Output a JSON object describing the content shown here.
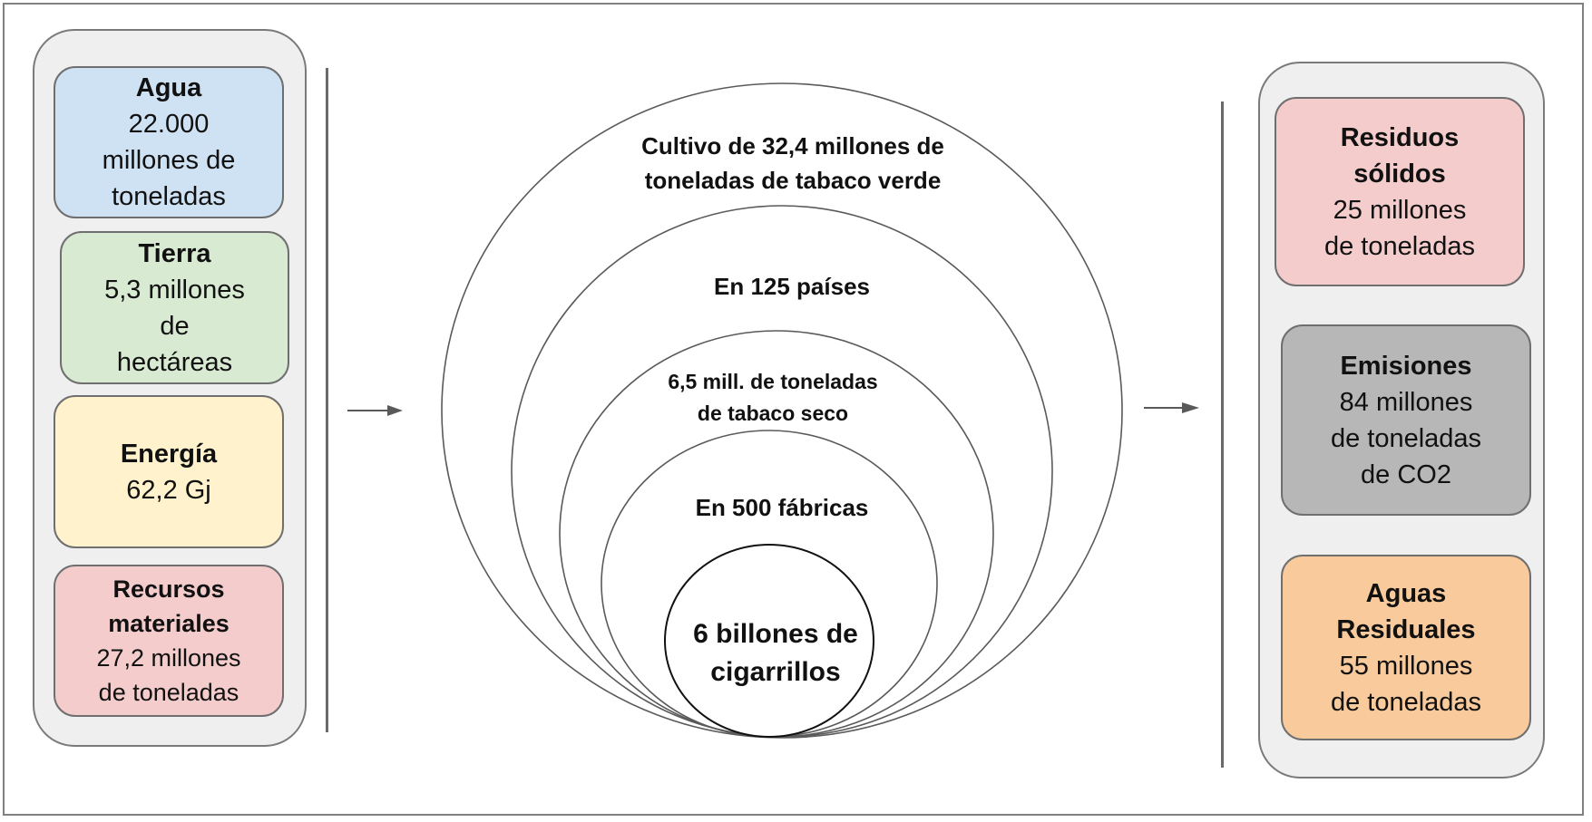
{
  "colors": {
    "panel_bg": "#efefef",
    "agua": "#cfe2f3",
    "tierra": "#d9ead3",
    "energia": "#fff2cc",
    "recursos": "#f4cccc",
    "residuos": "#f4cccc",
    "emisiones": "#b7b7b7",
    "aguas_residuales": "#f9cb9c"
  },
  "inputs": [
    {
      "title": "Agua",
      "value": [
        "22.000",
        "millones de",
        "toneladas"
      ]
    },
    {
      "title": "Tierra",
      "value": [
        "5,3 millones",
        "de",
        "hectáreas"
      ]
    },
    {
      "title": "Energía",
      "value": [
        "62,2 Gj"
      ]
    },
    {
      "title": "Recursos materiales",
      "title_lines": [
        "Recursos",
        "materiales"
      ],
      "value": [
        "27,2 millones",
        "de toneladas"
      ]
    }
  ],
  "center": {
    "level1": [
      "Cultivo de 32,4 millones de",
      "toneladas de tabaco verde"
    ],
    "level2": [
      "En 125 países"
    ],
    "level3": [
      "6,5 mill. de toneladas",
      "de tabaco seco"
    ],
    "level4": [
      "En 500 fábricas"
    ],
    "level5": [
      "6 billones de",
      "cigarrillos"
    ]
  },
  "outputs": [
    {
      "title_lines": [
        "Residuos",
        "sólidos"
      ],
      "value": [
        "25 millones",
        "de toneladas"
      ]
    },
    {
      "title_lines": [
        "Emisiones"
      ],
      "value": [
        "84 millones",
        "de toneladas",
        "de CO2"
      ]
    },
    {
      "title_lines": [
        "Aguas",
        "Residuales"
      ],
      "value": [
        "55 millones",
        "de toneladas"
      ]
    }
  ],
  "icons": {
    "left_arrow": "arrow-right",
    "right_arrow": "arrow-right"
  }
}
